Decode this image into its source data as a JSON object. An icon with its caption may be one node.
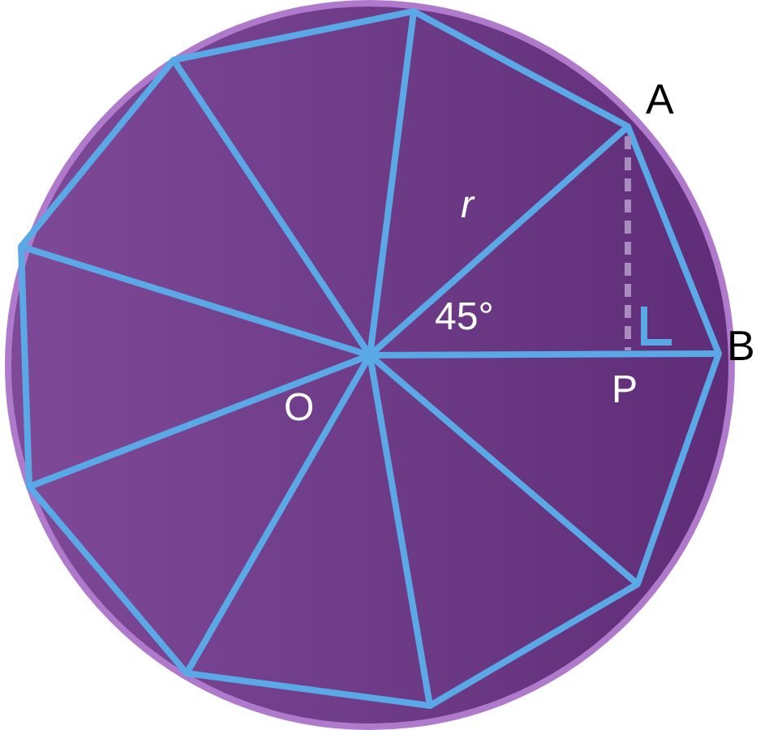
{
  "diagram": {
    "labels": [
      "A",
      "r",
      "45°",
      "B",
      "P",
      "O"
    ]
  }
}
